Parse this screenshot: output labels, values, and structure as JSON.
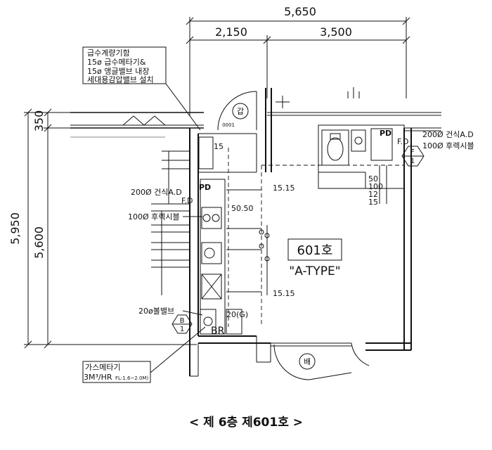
{
  "dimensions": {
    "top_total": "5,650",
    "top_left": "2,150",
    "top_right": "3,500",
    "left_outer": "5,950",
    "left_inner": "5,600",
    "left_small": "350"
  },
  "notes": {
    "water_meter_lines": [
      "급수계량기함",
      "15ø 급수메타기&",
      "15ø 앵글밸브 내장",
      "세대용감압밸브 설치"
    ],
    "gas_meter_title": "가스메타기",
    "gas_meter_spec": "3M³/HR",
    "gas_meter_sub": "FL:1.6~2.0M)",
    "pd_left_1": "200Ø 건식A.D",
    "pd_left_2": "100Ø 후렉시블",
    "pd_right_1": "200Ø 건식A.D",
    "pd_right_2": "100Ø 후렉시블",
    "ball_valve": "20ø볼밸브"
  },
  "labels": {
    "pd": "PD",
    "fd": "F.D",
    "pd_right": "PD",
    "fd_right": "F.D",
    "gap": "갑",
    "bae": "배",
    "br": "BR",
    "unit_number": "601호",
    "unit_type": "\"A-TYPE\"",
    "fifteen": "15",
    "val_1515_top": "15.15",
    "val_5050": "50.50",
    "val_1515_bottom": "15.15",
    "val_20g": "20(G)",
    "stack_50": "50",
    "stack_100": "100",
    "stack_12": "12",
    "stack_15": "15",
    "b_top": "B",
    "b_bottom": "1",
    "f_top": "F",
    "f_bottom": "1",
    "small_code": "0001"
  },
  "caption": "< 제 6층 제601호 >"
}
